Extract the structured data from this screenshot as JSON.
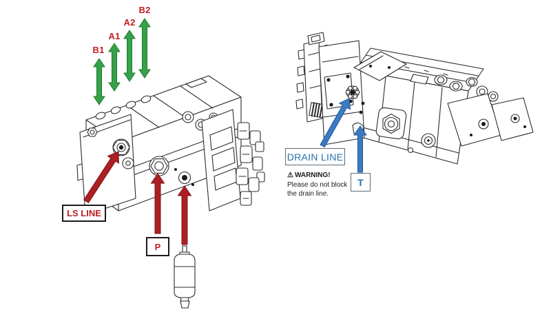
{
  "diagram": {
    "type": "hydraulic-valve-porting-diagram",
    "background": "#ffffff"
  },
  "colors": {
    "work_port_arrow_green": "#36a14a",
    "work_port_arrow_edge": "#1e7a2e",
    "supply_arrow_red": "#ad1f23",
    "supply_arrow_edge": "#7e1418",
    "red_label_text": "#c01e24",
    "drain_arrow_blue": "#3c7bc4",
    "drain_arrow_edge": "#1e5393",
    "blue_label_text": "#2471ae",
    "line_art": "#2b2b2b",
    "warning_text": "#1a1a1a"
  },
  "work_ports": [
    {
      "label": "B1"
    },
    {
      "label": "A1"
    },
    {
      "label": "A2"
    },
    {
      "label": "B2"
    }
  ],
  "callouts": {
    "ls_line": "LS LINE",
    "pressure": "P",
    "drain_line": "DRAIN LINE",
    "tank": "T"
  },
  "warning": {
    "icon": "⚠",
    "title": "WARNING!",
    "body_line1": "Please do not block",
    "body_line2": "the drain line."
  }
}
